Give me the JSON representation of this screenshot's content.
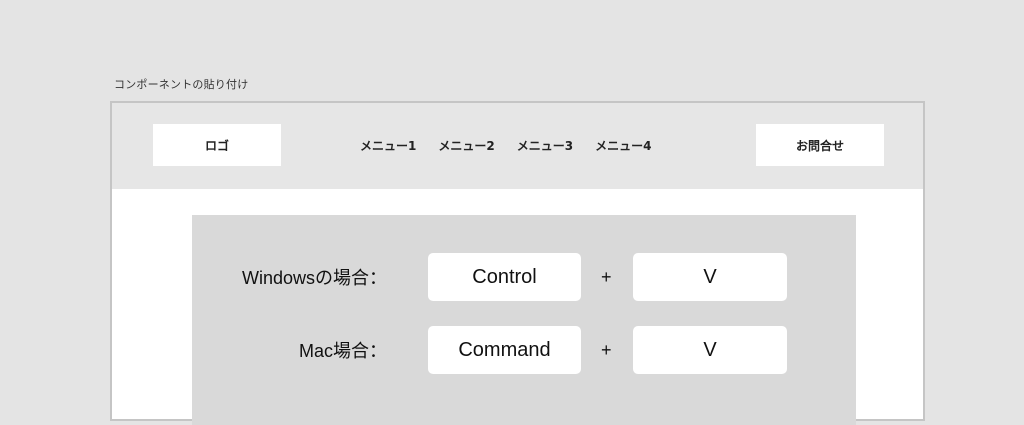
{
  "caption": "コンポーネントの貼り付け",
  "header": {
    "logo": "ロゴ",
    "nav": [
      "メニュー1",
      "メニュー2",
      "メニュー3",
      "メニュー4"
    ],
    "contact": "お問合せ"
  },
  "shortcuts": [
    {
      "label": "Windowsの場合：",
      "modifier": "Control",
      "plus": "+",
      "key": "V"
    },
    {
      "label": "Mac場合：",
      "modifier": "Command",
      "plus": "+",
      "key": "V"
    }
  ]
}
